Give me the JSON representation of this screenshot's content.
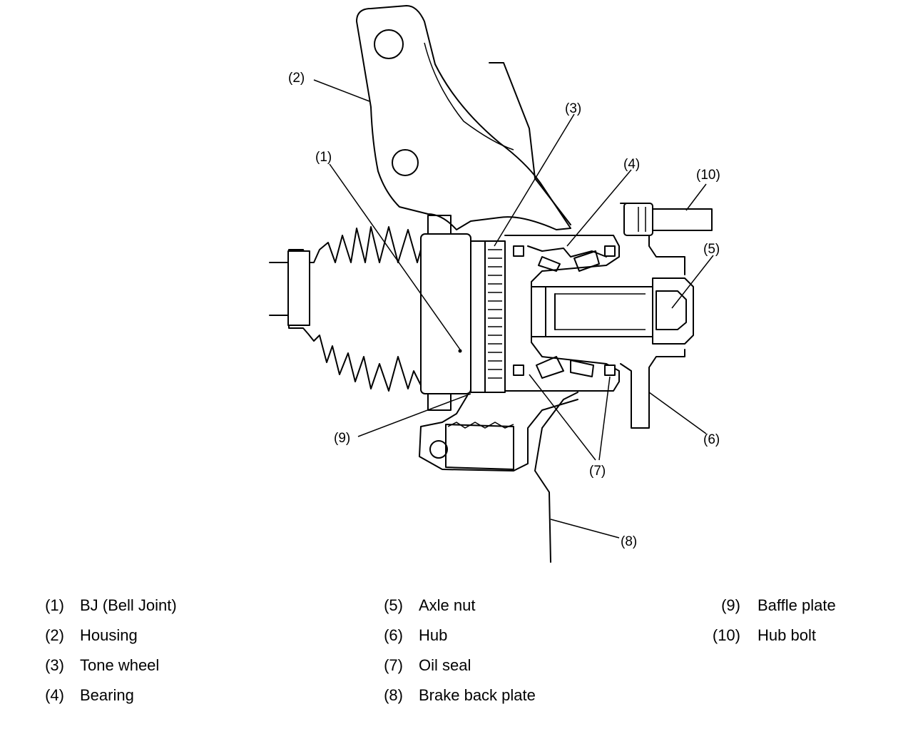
{
  "callouts": {
    "c1": "(1)",
    "c2": "(2)",
    "c3": "(3)",
    "c4": "(4)",
    "c5": "(5)",
    "c6": "(6)",
    "c7": "(7)",
    "c8": "(8)",
    "c9": "(9)",
    "c10": "(10)"
  },
  "legend": [
    {
      "num": "(1)",
      "label": "BJ (Bell Joint)"
    },
    {
      "num": "(2)",
      "label": "Housing"
    },
    {
      "num": "(3)",
      "label": "Tone wheel"
    },
    {
      "num": "(4)",
      "label": "Bearing"
    },
    {
      "num": "(5)",
      "label": "Axle nut"
    },
    {
      "num": "(6)",
      "label": "Hub"
    },
    {
      "num": "(7)",
      "label": "Oil seal"
    },
    {
      "num": "(8)",
      "label": "Brake back plate"
    },
    {
      "num": "(9)",
      "label": "Baffle plate"
    },
    {
      "num": "(10)",
      "label": "Hub bolt"
    }
  ]
}
